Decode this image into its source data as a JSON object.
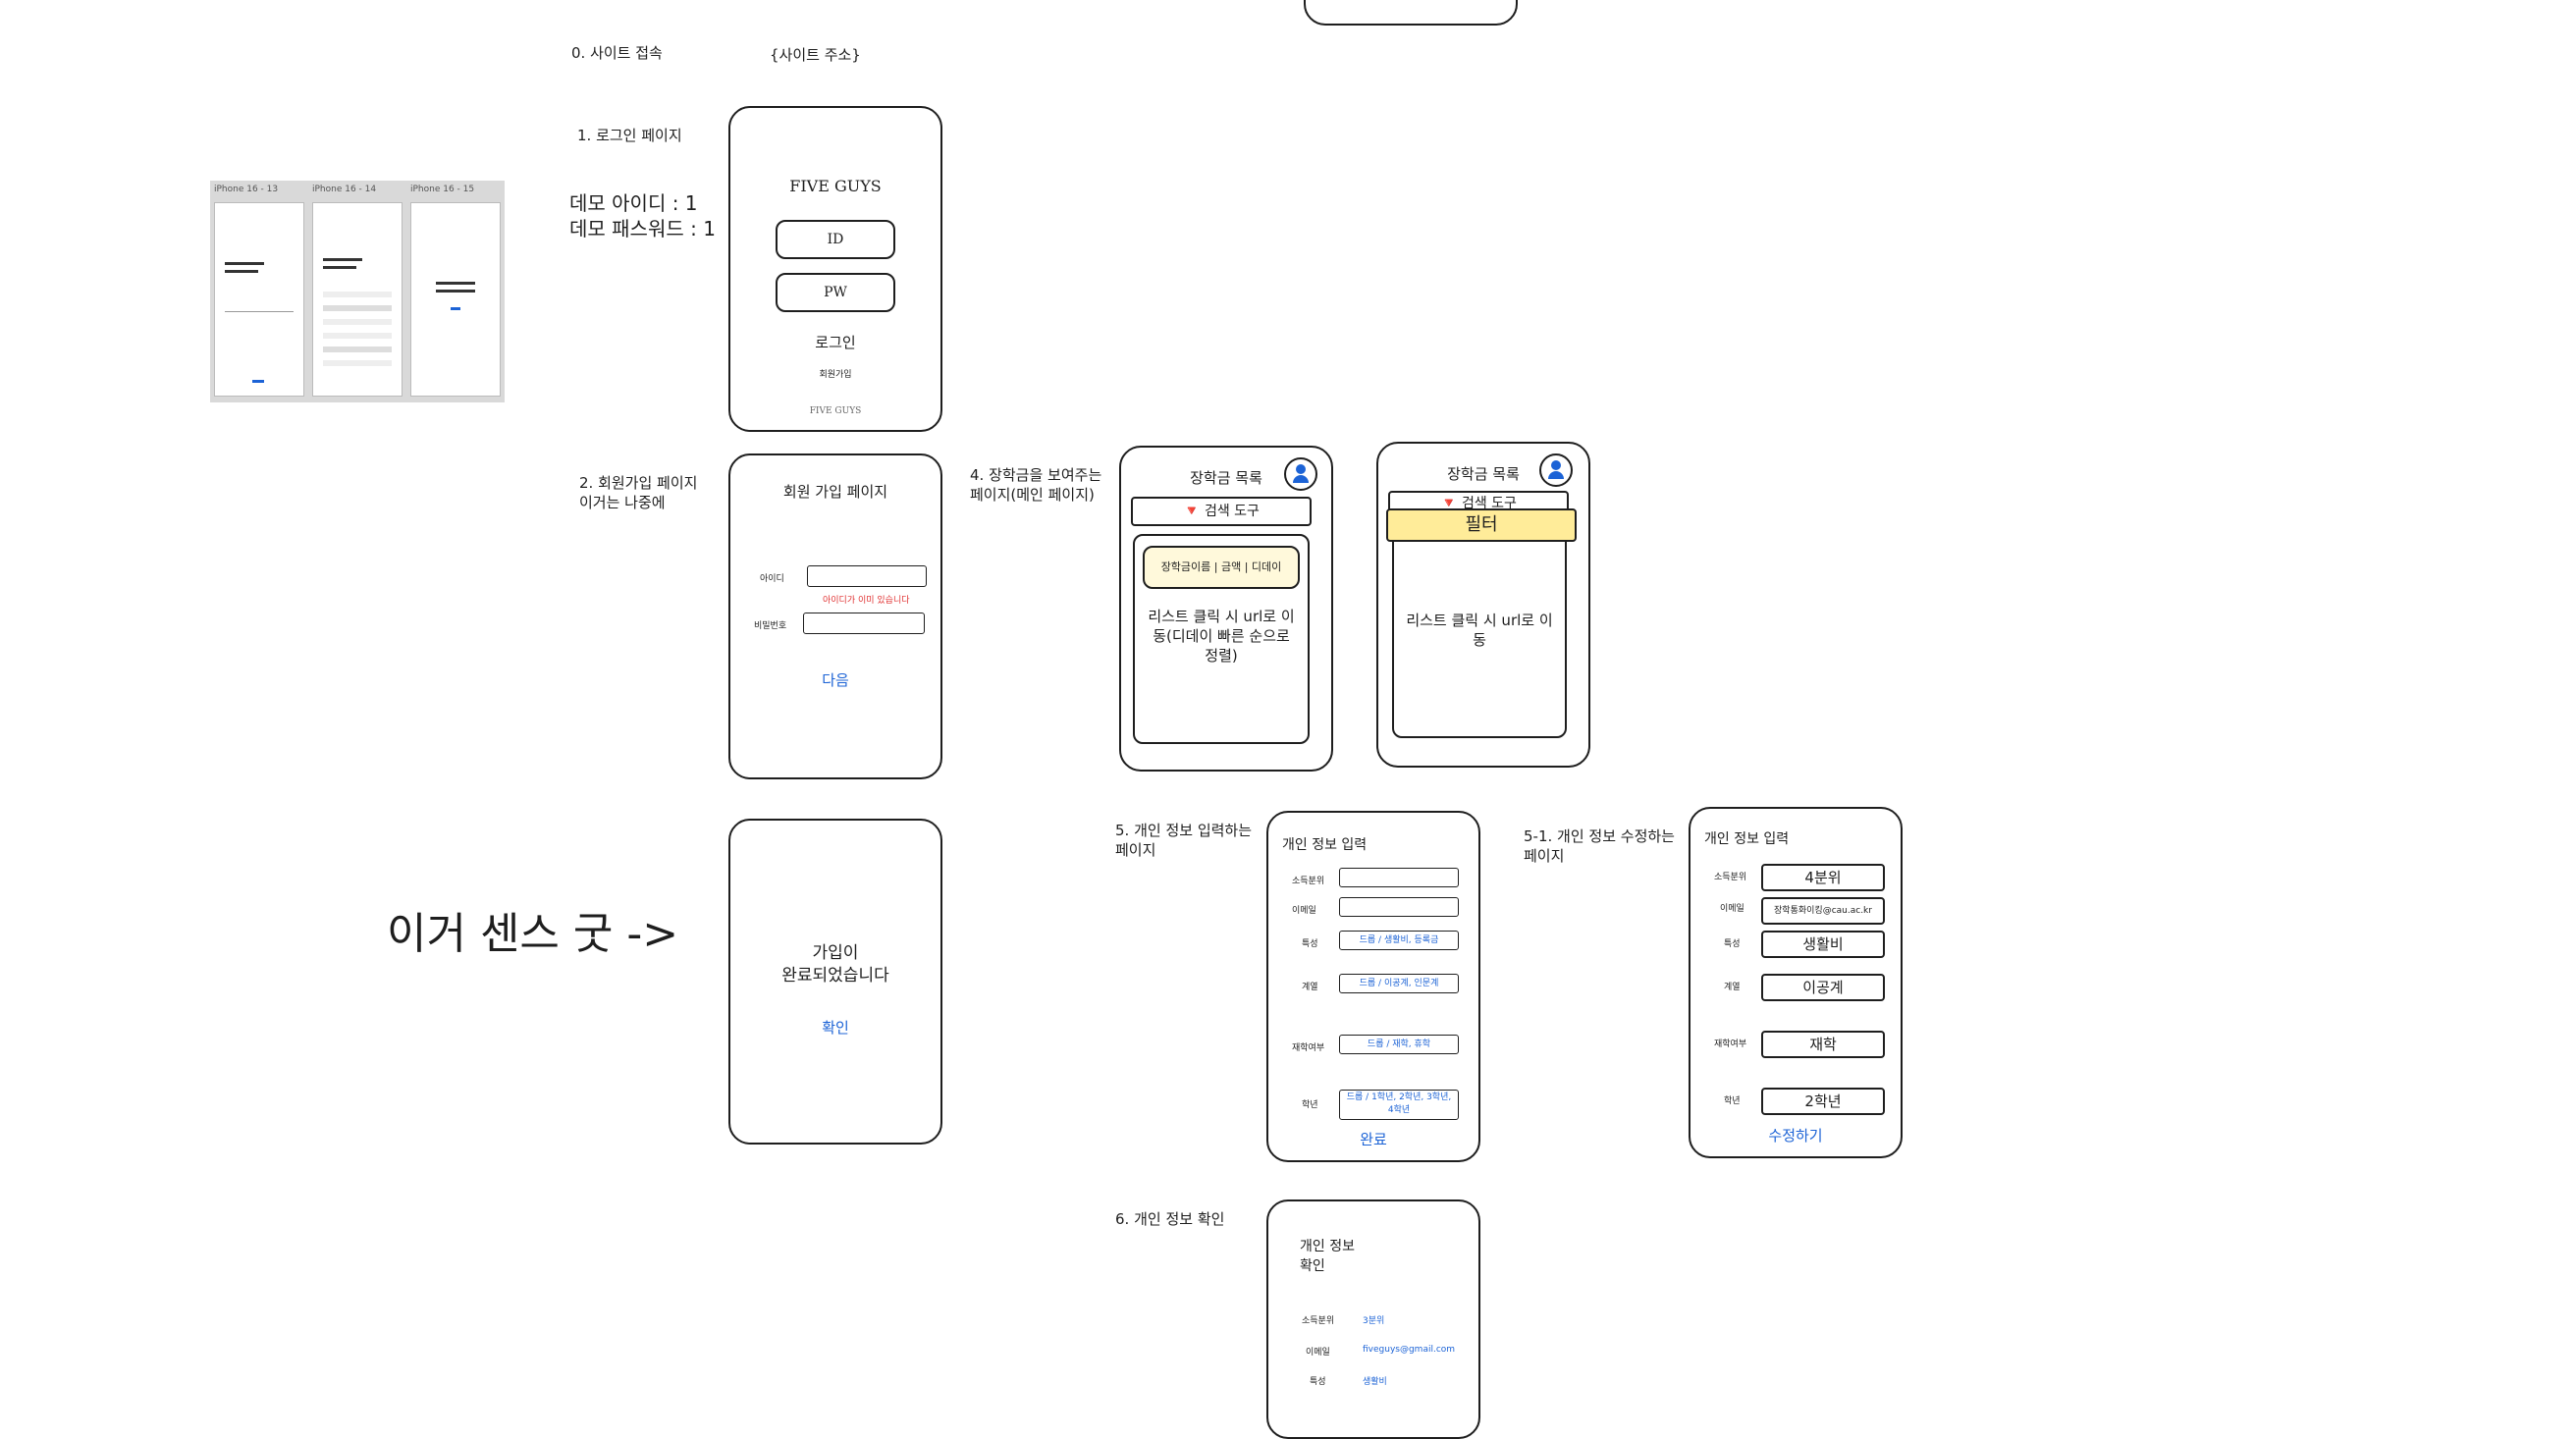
{
  "top_cut_text": "",
  "steps": {
    "s0": {
      "label": "0. 사이트 접속",
      "address": "{사이트 주소}"
    },
    "s1": {
      "label": "1. 로그인 페이지",
      "demo_id": "데모 아이디 : 1",
      "demo_pw": "데모 패스워드 : 1"
    },
    "s2": {
      "label": "2. 회원가입 페이지\n이거는 나중에"
    },
    "s4": {
      "label": "4. 장학금을 보여주는\n페이지(메인 페이지)"
    },
    "s5": {
      "label": "5. 개인 정보 입력하는\n페이지"
    },
    "s51": {
      "label": "5-1. 개인 정보 수정하는\n페이지"
    },
    "s6": {
      "label": "6. 개인 정보 확인"
    }
  },
  "comment": "이거 센스 굿 ->",
  "thumbs": [
    "iPhone 16 - 13",
    "iPhone 16 - 14",
    "iPhone 16 - 15"
  ],
  "login": {
    "brand": "FIVE GUYS",
    "id": "ID",
    "pw": "PW",
    "login": "로그인",
    "signup": "회원가입",
    "footer": "FIVE GUYS"
  },
  "signup": {
    "title": "회원 가입 페이지",
    "id_label": "아이디",
    "id_error": "아이디가 이미 있습니다",
    "pw_label": "비밀번호",
    "next": "다음"
  },
  "done": {
    "message": "가입이\n완료되었습니다",
    "confirm": "확인"
  },
  "main": {
    "title": "장학금 목록",
    "search": "🔻 검색 도구",
    "card": "장학금이름 | 금액 | 디데이",
    "note": "리스트 클릭 시 url로 이\n동(디데이 빠른 순으로\n정렬)"
  },
  "main_filter": {
    "title": "장학금 목록",
    "search": "🔻 검색 도구",
    "filter": "필터",
    "note": "리스트 클릭 시 url로 이\n동"
  },
  "input_form": {
    "title": "개인 정보 입력",
    "fields": [
      {
        "label": "소득분위",
        "value": ""
      },
      {
        "label": "이메일",
        "value": ""
      },
      {
        "label": "특성",
        "value": "드롭 / 생활비, 등록금"
      },
      {
        "label": "계열",
        "value": "드롭 / 이공계, 인문계"
      },
      {
        "label": "재학여부",
        "value": "드롭 / 재학, 휴학"
      },
      {
        "label": "학년",
        "value": "드롭 / 1학년, 2학년, 3학년,\n4학년"
      }
    ],
    "submit": "완료"
  },
  "edit_form": {
    "title": "개인 정보 입력",
    "fields": [
      {
        "label": "소득분위",
        "value": "4분위"
      },
      {
        "label": "이메일",
        "value": "장학통화이킹@cau.ac.kr"
      },
      {
        "label": "특성",
        "value": "생활비"
      },
      {
        "label": "계열",
        "value": "이공계"
      },
      {
        "label": "재학여부",
        "value": "재학"
      },
      {
        "label": "학년",
        "value": "2학년"
      }
    ],
    "submit": "수정하기"
  },
  "confirm_page": {
    "title": "개인 정보\n확인",
    "fields": [
      {
        "label": "소득분위",
        "value": "3분위"
      },
      {
        "label": "이메일",
        "value": "fiveguys@gmail.com"
      },
      {
        "label": "특성",
        "value": "생활비"
      }
    ]
  }
}
